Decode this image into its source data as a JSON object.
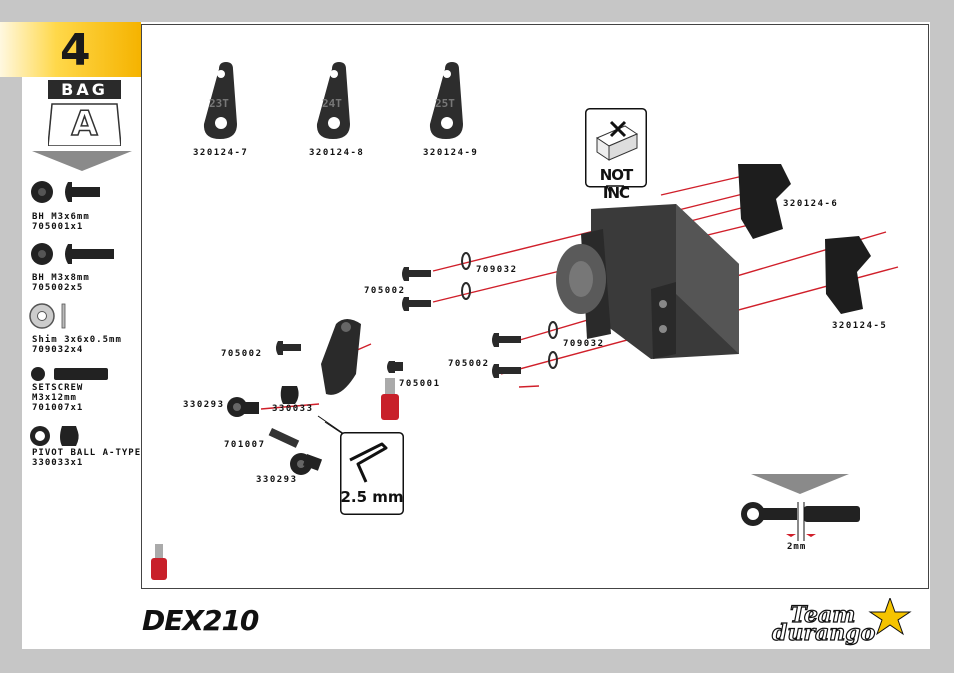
{
  "step": {
    "number": "4"
  },
  "bag": {
    "label": "BAG",
    "letter": "A"
  },
  "parts_list": [
    {
      "name": "BH M3x6mm",
      "code": "705001x1"
    },
    {
      "name": "BH M3x8mm",
      "code": "705002x5"
    },
    {
      "name": "Shim 3x6x0.5mm",
      "code": "709032x4"
    },
    {
      "name_lines": [
        "SETSCREW",
        "M3x12mm"
      ],
      "code": "701007x1"
    },
    {
      "name": "PIVOT BALL A-TYPE",
      "code": "330033x1"
    }
  ],
  "servo_horns": [
    {
      "tooth": "23T",
      "code": "320124-7"
    },
    {
      "tooth": "24T",
      "code": "320124-8"
    },
    {
      "tooth": "25T",
      "code": "320124-9"
    }
  ],
  "diagram_labels": {
    "mount_top": "320124-6",
    "mount_bottom": "320124-5",
    "shim_upper": "709032",
    "shim_lower": "709032",
    "screw_a": "705002",
    "screw_b": "705002",
    "screw_c": "705002",
    "screw_horn": "705001",
    "rod_end_top": "330293",
    "pivot_ball": "330033",
    "setscrew": "701007",
    "rod_end_bottom": "330293",
    "gap": "2mm"
  },
  "not_included": {
    "text": "NOT INC"
  },
  "tool": {
    "text": "2.5 mm"
  },
  "logos": {
    "model": "DEX210",
    "brand_line1": "Team",
    "brand_line2": "durango"
  },
  "colors": {
    "tab": "#f5b300",
    "arrow": "#d01f2a",
    "part": "#2e2e2e",
    "threadlock": "#c8202a"
  }
}
